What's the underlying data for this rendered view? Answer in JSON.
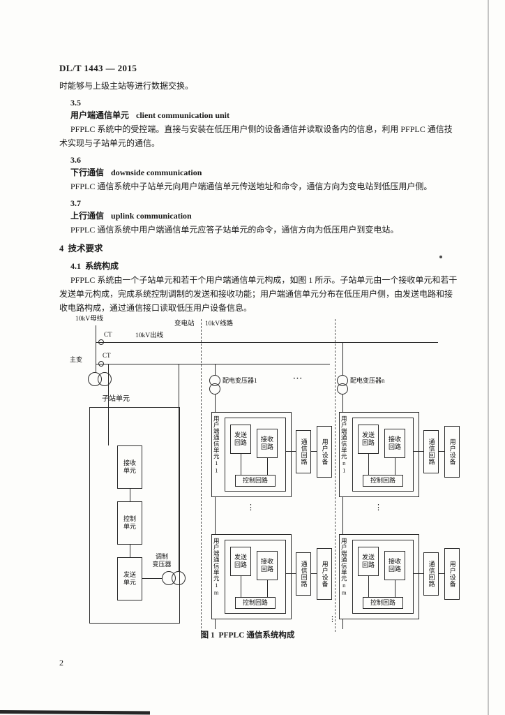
{
  "doc": {
    "header": "DL/T 1443 — 2015",
    "continuation": "时能够与上级主站等进行数据交换。",
    "page_number": "2"
  },
  "terms": [
    {
      "num": "3.5",
      "cn": "用户端通信单元",
      "en": "client communication unit",
      "body": "PFPLC 系统中的受控端。直接与安装在低压用户侧的设备通信并读取设备内的信息，利用 PFPLC 通信技术实现与子站单元的通信。"
    },
    {
      "num": "3.6",
      "cn": "下行通信",
      "en": "downside communication",
      "body": "PFPLC 通信系统中子站单元向用户端通信单元传送地址和命令，通信方向为变电站到低压用户侧。"
    },
    {
      "num": "3.7",
      "cn": "上行通信",
      "en": "uplink communication",
      "body": "PFPLC 通信系统中用户端通信单元应答子站单元的命令，通信方向为低压用户到变电站。"
    }
  ],
  "clause4": {
    "heading": "4  技术要求",
    "sub": {
      "heading": "4.1  系统构成",
      "body": "PFPLC 系统由一个子站单元和若干个用户端通信单元构成，如图 1 所示。子站单元由一个接收单元和若干发送单元构成，完成系统控制调制的发送和接收功能；用户端通信单元分布在低压用户侧，由发送电路和接收电路构成，通过通信接口读取低压用户设备信息。"
    }
  },
  "figure": {
    "caption": "图 1  PFPLC 通信系统构成",
    "labels": {
      "busbar": "10kV母线",
      "ct": "CT",
      "outgoing_line": "10kV出线",
      "substation": "变电站",
      "line_10kv": "10kV线路",
      "main_transformer": "主变",
      "substation_unit": "子站单元",
      "receive_unit": "接收\n单元",
      "control_unit": "控制\n单元",
      "send_unit": "发送\n单元",
      "mod_transformer": "调制\n变压器",
      "dist_transformer_1": "配电变压器1",
      "dist_transformer_n": "配电变压器n",
      "ellipsis_h": "···",
      "ellipsis_v": "⋮",
      "send_loop": "发送\n回路",
      "receive_loop": "接收\n回路",
      "control_loop": "控制回路",
      "comm_loop": "通信回路",
      "user_device": "用户设备"
    },
    "blocks": [
      {
        "label": "用户端通信单元11"
      },
      {
        "label": "用户端通信单元n1"
      },
      {
        "label": "用户端通信单元1m"
      },
      {
        "label": "用户端通信单元nm"
      }
    ]
  }
}
